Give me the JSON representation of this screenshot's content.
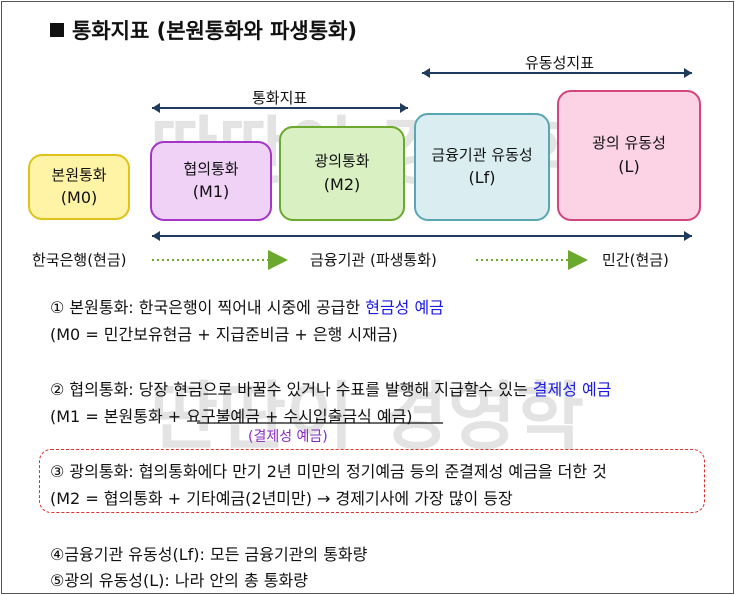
{
  "title": "통화지표 (본원통화와 파생통화)",
  "brackets": {
    "currency_indicator": "통화지표",
    "liquidity_indicator": "유동성지표"
  },
  "boxes": {
    "m0": {
      "title": "본원통화",
      "symbol": "(M0)"
    },
    "m1": {
      "title": "협의통화",
      "symbol": "(M1)"
    },
    "m2": {
      "title": "광의통화",
      "symbol": "(M2)"
    },
    "lf": {
      "title": "금융기관 유동성",
      "symbol": "(Lf)"
    },
    "l": {
      "title": "광의 유동성",
      "symbol": "(L)"
    }
  },
  "flow": {
    "left": "한국은행(현금)",
    "middle": "금융기관 (파생통화)",
    "right": "민간(현금)"
  },
  "items": {
    "item1_prefix": "① 본원통화: 한국은행이 찍어내 시중에 공급한 ",
    "item1_highlight": "현금성 예금",
    "item1_formula": "(M0 = 민간보유현금 + 지급준비금 + 은행 시재금)",
    "item2_prefix": "② 협의통화: 당장 현금으로 바꿀수 있거나 수표를 발행해 지급할수 있는 ",
    "item2_highlight": "결제성 예금",
    "item2_formula": "(M1 = 본원통화 + 요구불예금 + 수시입출금식 예금)",
    "item2_note": "(결제성 예금)",
    "item3_text": "③ 광의통화: 협의통화에다 만기 2년 미만의 정기예금 등의 준결제성 예금을 더한 것",
    "item3_formula": "(M2 = 협의통화 + 기타예금(2년미만) → 경제기사에 가장 많이 등장",
    "item4_text": "④금융기관 유동성(Lf): 모든 금융기관의 통화량",
    "item5_text": "⑤광의 유동성(L): 나라 안의 총 통화량"
  },
  "watermark": "딴딴이 경영학",
  "colors": {
    "m0_fill": "#fff3a6",
    "m0_border": "#e0c21a",
    "m1_fill": "#f0d2f7",
    "m1_border": "#a535c9",
    "m2_fill": "#d9f0c3",
    "m2_border": "#6aa82e",
    "lf_fill": "#daeef2",
    "lf_border": "#5aa7b4",
    "l_fill": "#fbd3e4",
    "l_border": "#d3457f",
    "bracket": "#1f3b5e",
    "flow_arrow": "#6aa82e",
    "highlight_blue": "#1a1ae6",
    "note_purple": "#8a2bbf",
    "dash_red": "#e0302a"
  }
}
